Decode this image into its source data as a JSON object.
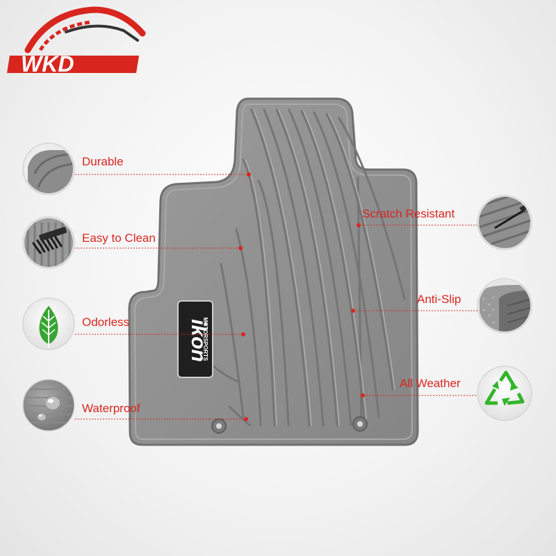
{
  "brand": {
    "logo_text": "WKD",
    "accent": "#d8261f"
  },
  "mat": {
    "badge_brand": "ikon",
    "badge_sub": "MOTORSPORTS"
  },
  "features": {
    "durable": "Durable",
    "easy_to_clean": "Easy to Clean",
    "odorless": "Odorless",
    "waterproof": "Waterproof",
    "scratch_resistant": "Scratch Resistant",
    "anti_slip": "Anti-Slip",
    "all_weather": "All Weather"
  },
  "icons": {
    "durable": "mat-corner-icon",
    "easy_to_clean": "brush-icon",
    "odorless": "leaf-icon",
    "waterproof": "water-drop-icon",
    "scratch_resistant": "scratch-tool-icon",
    "anti_slip": "anti-slip-texture-icon",
    "all_weather": "recycle-icon"
  },
  "colors": {
    "label": "#d8261f",
    "mat_fill": "#8e8e8e",
    "mat_edge": "#6f6f6f",
    "leaf_green": "#37a531",
    "recycle_green": "#33b52c"
  }
}
